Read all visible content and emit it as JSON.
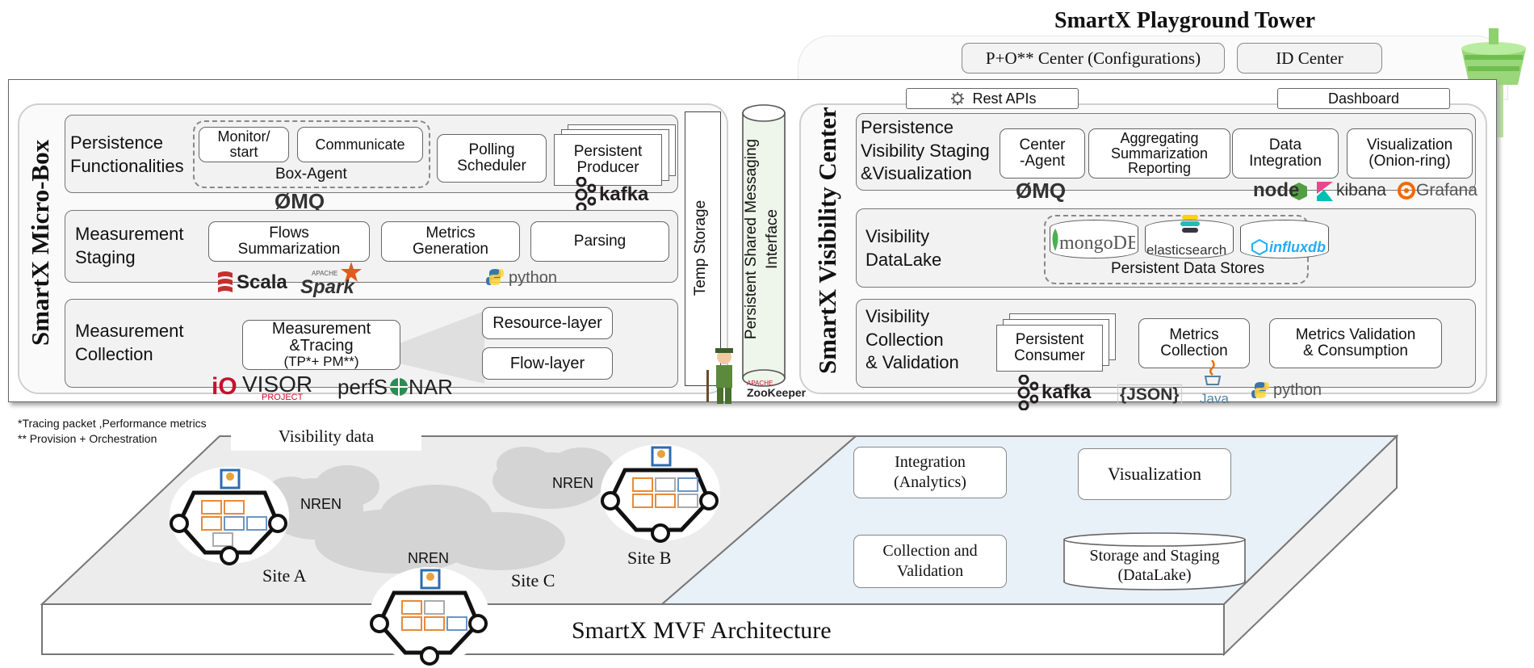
{
  "tower": {
    "title": "SmartX Playground Tower",
    "po_center": "P+O** Center (Configurations)",
    "id_center": "ID Center"
  },
  "microbox": {
    "title": "SmartX Micro-Box",
    "persistence": {
      "label": "Persistence\nFunctionalities",
      "monitor": "Monitor/\nstart",
      "communicate": "Communicate",
      "box_agent": "Box-Agent",
      "polling": "Polling\nScheduler",
      "producer": "Persistent\nProducer",
      "zmq": "ØMQ",
      "kafka": "kafka"
    },
    "staging": {
      "label": "Measurement\nStaging",
      "flows": "Flows\nSummarization",
      "metrics": "Metrics\nGeneration",
      "parsing": "Parsing",
      "scala": "Scala",
      "spark": "Spark",
      "spark_apache": "APACHE",
      "python": "python"
    },
    "collection": {
      "label": "Measurement\nCollection",
      "tracing": "Measurement\n&Tracing",
      "tracing_sub": "(TP*+ PM**)",
      "resource": "Resource-layer",
      "flow": "Flow-layer",
      "visor": "VISOR",
      "visor_io": "iO",
      "visor_project": "PROJECT",
      "perfsonar_a": "perfS",
      "perfsonar_b": "NAR"
    }
  },
  "temp_storage": "Temp Storage",
  "messaging": {
    "label": "Persistent Shared Messaging\nInterface",
    "zk_apache": "APACHE",
    "zookeeper": "ZooKeeper"
  },
  "visibility": {
    "title": "SmartX Visibility Center",
    "rest_apis": "Rest APIs",
    "dashboard": "Dashboard",
    "staging": {
      "label": "Persistence\nVisibility Staging\n&Visualization",
      "center_agent": "Center\n-Agent",
      "aggregating": "Aggregating\nSummarization\nReporting",
      "integration": "Data\nIntegration",
      "visualization": "Visualization\n(Onion-ring)",
      "zmq": "ØMQ",
      "node": "node",
      "kibana": "kibana",
      "grafana": "Grafana"
    },
    "datalake": {
      "label": "Visibility\nDataLake",
      "mongo": "mongoDB",
      "elastic": "elasticsearch",
      "influx": "influxdb",
      "stores": "Persistent Data Stores"
    },
    "collection": {
      "label": "Visibility\nCollection\n& Validation",
      "consumer": "Persistent\nConsumer",
      "metrics": "Metrics\nCollection",
      "validation": "Metrics Validation\n& Consumption",
      "kafka": "kafka",
      "json": "{JSON}",
      "java": "Java",
      "python": "python"
    }
  },
  "footnotes": {
    "n1": "*Tracing packet ,Performance metrics",
    "n2": "** Provision + Orchestration"
  },
  "architecture": {
    "visibility_data": "Visibility data",
    "nren": "NREN",
    "site_a": "Site A",
    "site_b": "Site B",
    "site_c": "Site C",
    "integration": "Integration\n(Analytics)",
    "visualization": "Visualization",
    "collection": "Collection and\nValidation",
    "storage": "Storage and Staging\n(DataLake)",
    "title": "SmartX MVF Architecture"
  },
  "colors": {
    "scala": "#c4302b",
    "spark": "#e25a1c",
    "kafka": "#231f20",
    "python": "#3776ab",
    "mongo": "#4caf50",
    "influx": "#22adf6",
    "grafana": "#f46800",
    "kibana": "#e8478b",
    "node": "#539e43",
    "visor": "#c8102e",
    "perfsonar": "#2e8b57",
    "platform_blue": "#e8f0f8"
  }
}
